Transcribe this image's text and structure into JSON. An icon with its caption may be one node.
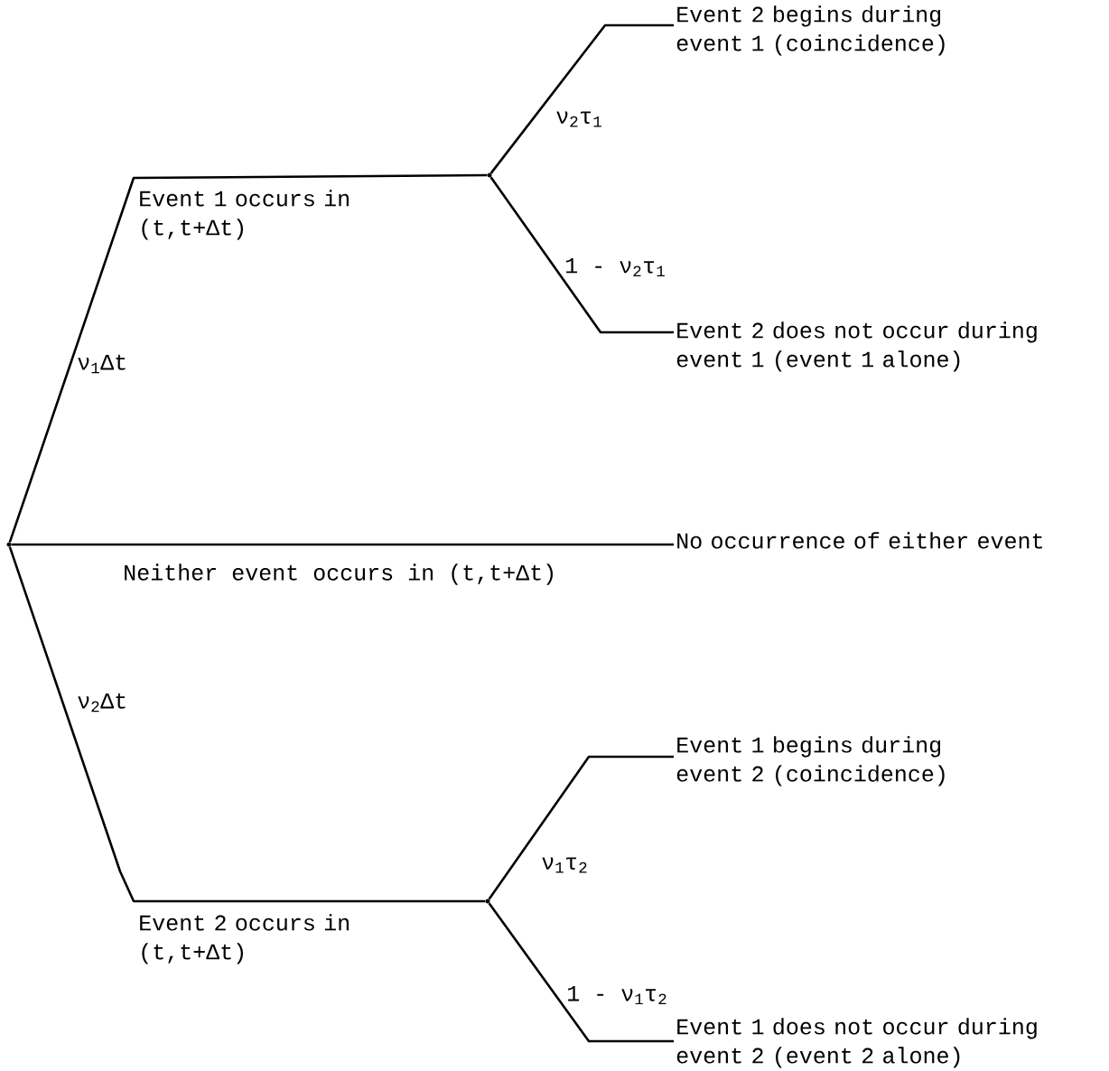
{
  "diagram": {
    "nodes": [
      {
        "text": [],
        "shape": "circle"
      },
      {
        "text": [],
        "shape": "circle"
      },
      {
        "text": [
          "Event 2 begins during event 1 (coincidence)"
        ]
      },
      {
        "text": [
          "Event 2 does not occur during event 1 (event 1 alone)"
        ]
      },
      {
        "text": [
          "No occurrence of either event"
        ]
      },
      {
        "text": [],
        "shape": "circle"
      },
      {
        "text": [
          "Event 1 begins during event 2 (coincidence)"
        ]
      },
      {
        "text": [
          "Event 1 does not occur during event 2 (event 2 alone)"
        ]
      }
    ],
    "edges": [
      {
        "from": 0,
        "to": 1,
        "arrow": "none",
        "label": "ν$_{1}$Δt"
      },
      {
        "from": 1,
        "to": 2,
        "arrow": "none",
        "label": "ν$_{2}$τ$_{1}$"
      },
      {
        "from": 1,
        "to": 3,
        "arrow": "none",
        "label": "1 - ν$_{2}$τ$_{1}$"
      },
      {
        "from": 0,
        "to": 4,
        "arrow": "none",
        "label": "Neither event occurs in (t,t+Δt)"
      },
      {
        "from": 0,
        "to": 5,
        "arrow": "none",
        "label": "ν$_{2}$Δt"
      },
      {
        "from": 5,
        "to": 6,
        "arrow": "none",
        "label": "ν$_{1}$τ$_{2}$"
      },
      {
        "from": 5,
        "to": 7,
        "arrow": "none",
        "label": "1 - ν$_{1}$τ$_{2}$"
      }
    ],
    "labels": [
      "Event 1 occurs in (t,t+Δt)",
      "Event 2 occurs in (t,t+Δt)"
    ]
  }
}
